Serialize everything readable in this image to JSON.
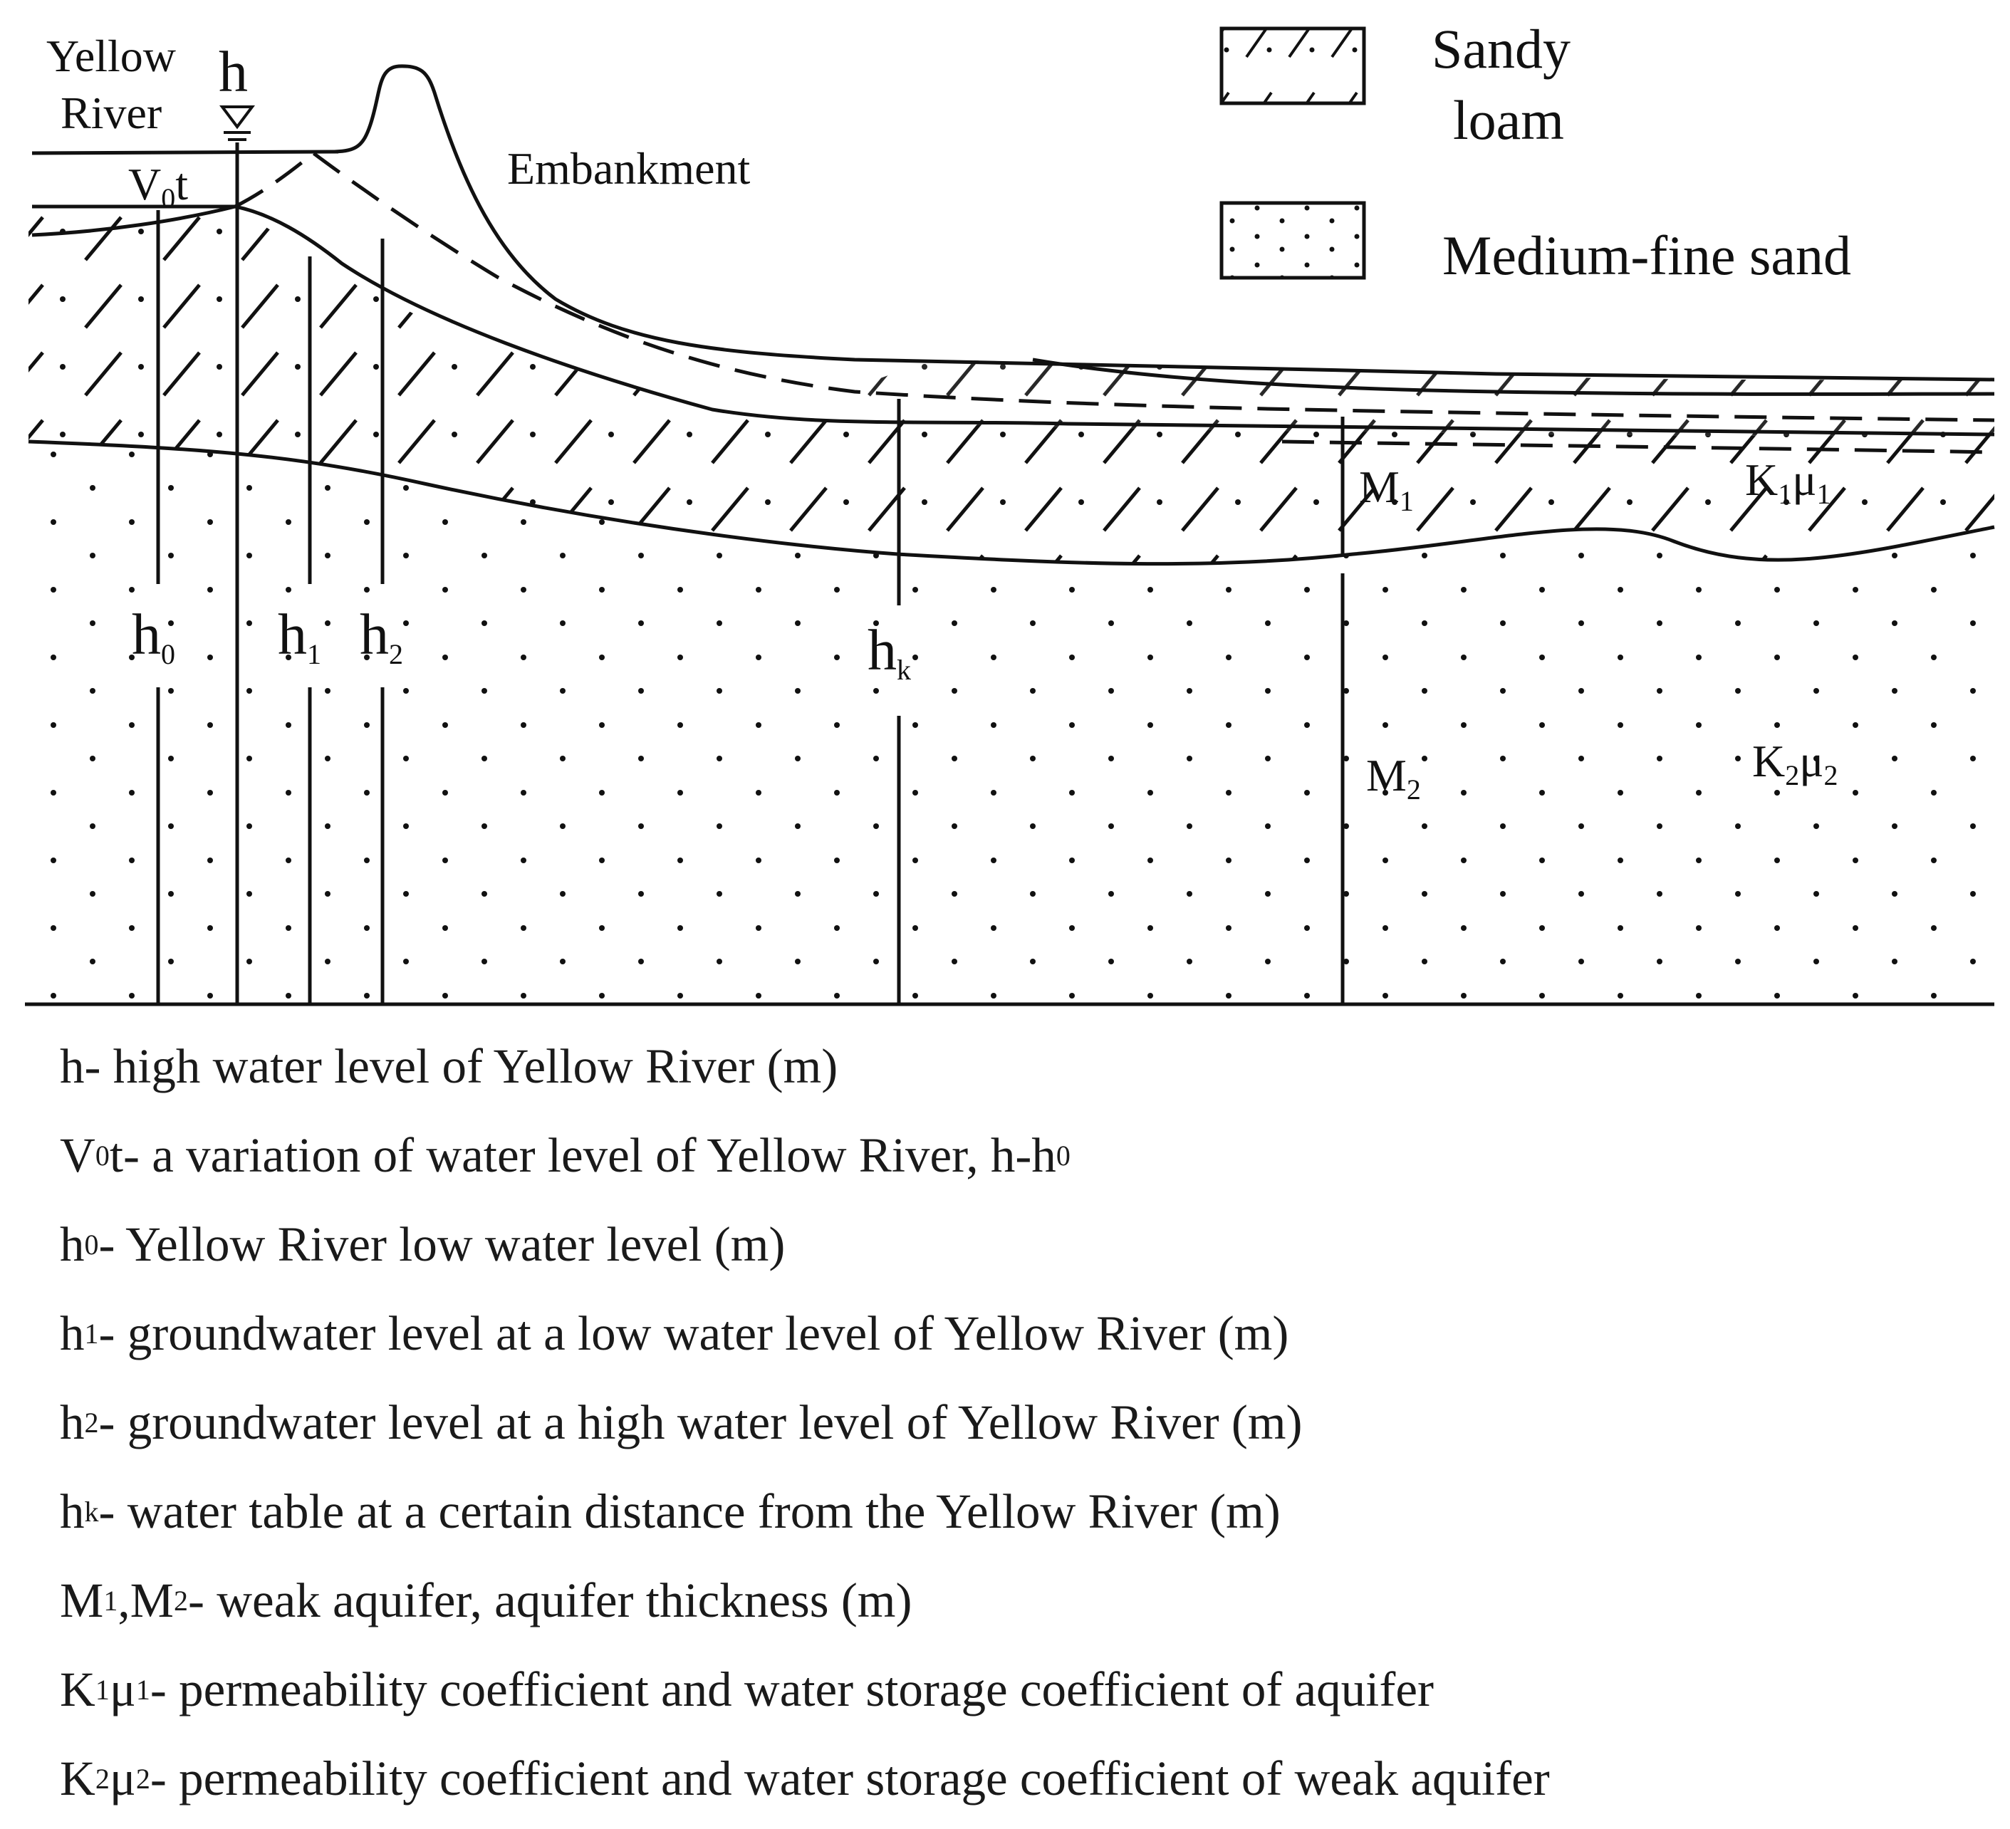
{
  "labels": {
    "river": [
      "Yellow",
      "River"
    ],
    "h": "h",
    "v0t": {
      "main": "V",
      "sub": "0",
      "tail": "t"
    },
    "embankment": "Embankment",
    "h0": {
      "main": "h",
      "sub": "0"
    },
    "h1": {
      "main": "h",
      "sub": "1"
    },
    "h2": {
      "main": "h",
      "sub": "2"
    },
    "hk": {
      "main": "h",
      "sub": "k"
    },
    "M1": {
      "main": "M",
      "sub": "1"
    },
    "M2": {
      "main": "M",
      "sub": "2"
    },
    "K1u1": {
      "a": "K",
      "as": "1",
      "b": "μ",
      "bs": "1"
    },
    "K2u2": {
      "a": "K",
      "as": "2",
      "b": "μ",
      "bs": "2"
    }
  },
  "legend": [
    {
      "name": "Sandy loam",
      "lines": [
        "Sandy",
        "loam"
      ],
      "pattern": "hatch-dots"
    },
    {
      "name": "Medium-fine sand",
      "lines": [
        "Medium-fine sand"
      ],
      "pattern": "dots"
    }
  ],
  "definitions": [
    {
      "sym": "h",
      "sub": "",
      "text": "- high water level of  Yellow River (m)"
    },
    {
      "sym": "V",
      "sub": "0",
      "text": "t- a variation of water level of Yellow River, h-h",
      "tailsub": "0"
    },
    {
      "sym": "h",
      "sub": "0",
      "text": "- Yellow River low water level (m)"
    },
    {
      "sym": "h",
      "sub": "1",
      "text": "- groundwater level at a low water level of Yellow River (m)"
    },
    {
      "sym": "h",
      "sub": "2",
      "text": "- groundwater level at a high water level of Yellow River (m)"
    },
    {
      "sym": "h",
      "sub": "k",
      "text": "- water table at a certain distance from the Yellow River (m)"
    },
    {
      "sym": "M",
      "sub": "1",
      "text": ",",
      "sym2": "M",
      "sub2": "2",
      "text2": "- weak aquifer, aquifer thickness (m)"
    },
    {
      "sym": "K",
      "sub": "1",
      "sym2": "μ",
      "sub2": "1",
      "text2": "- permeability coefficient and water storage coefficient of aquifer"
    },
    {
      "sym": "K",
      "sub": "2",
      "sym2": "μ",
      "sub2": "2",
      "text2": "- permeability coefficient and water storage coefficient of weak aquifer"
    }
  ]
}
